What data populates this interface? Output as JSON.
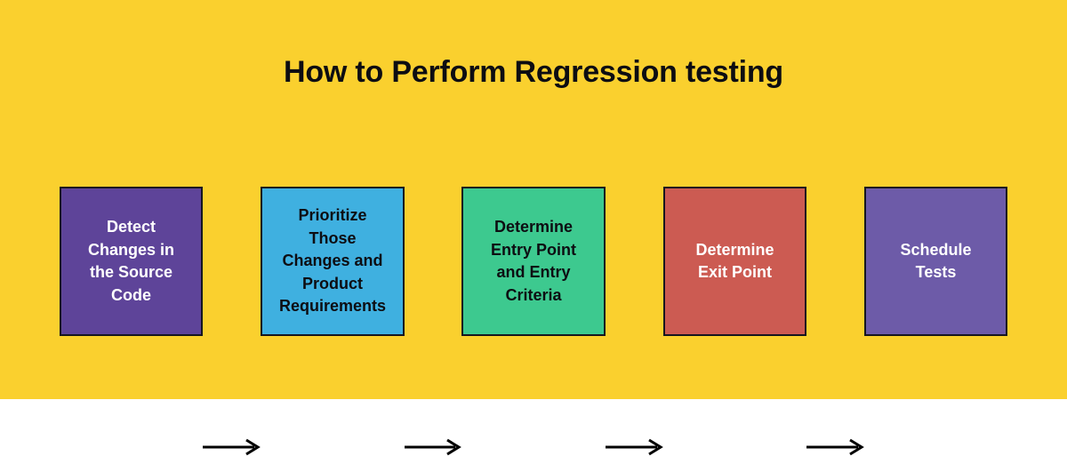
{
  "diagram": {
    "title": "How to Perform Regression testing",
    "background_color": "#fad02e",
    "title_color": "#0d0d12",
    "type": "linear-process-flow",
    "steps": [
      {
        "order": 1,
        "label": "Detect\nChanges in\nthe Source\nCode",
        "fill": "#5e4499",
        "text_color": "#ffffff"
      },
      {
        "order": 2,
        "label": "Prioritize\nThose\nChanges and\nProduct\nRequirements",
        "fill": "#3fb0e0",
        "text_color": "#0d0d12"
      },
      {
        "order": 3,
        "label": "Determine\nEntry Point\nand Entry\nCriteria",
        "fill": "#3dc98f",
        "text_color": "#0d0d12"
      },
      {
        "order": 4,
        "label": "Determine\nExit Point",
        "fill": "#cc5b52",
        "text_color": "#ffffff"
      },
      {
        "order": 5,
        "label": "Schedule\nTests",
        "fill": "#6d5ba8",
        "text_color": "#ffffff"
      }
    ],
    "connectors": [
      {
        "from": 1,
        "to": 2,
        "icon": "arrow-right-icon",
        "color": "#000000"
      },
      {
        "from": 2,
        "to": 3,
        "icon": "arrow-right-icon",
        "color": "#000000"
      },
      {
        "from": 3,
        "to": 4,
        "icon": "arrow-right-icon",
        "color": "#000000"
      },
      {
        "from": 4,
        "to": 5,
        "icon": "arrow-right-icon",
        "color": "#000000"
      }
    ]
  }
}
